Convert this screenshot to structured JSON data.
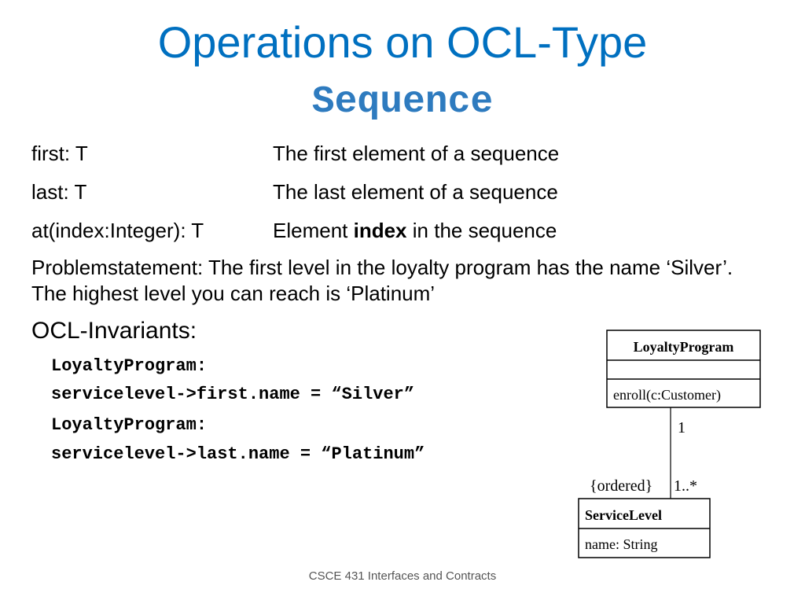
{
  "slide": {
    "title": "Operations on OCL-Type",
    "subtitle": "Sequence",
    "operations": [
      {
        "signature": "first: T",
        "description": "The first element of a sequence"
      },
      {
        "signature": "last: T",
        "description": "The last element of a sequence"
      },
      {
        "signature": "at(index:Integer): T",
        "description_prefix": "Element ",
        "description_bold": "index",
        "description_suffix": " in the sequence"
      }
    ],
    "problem_statement": "Problemstatement: The first level in the loyalty program has the name ‘Silver’. The highest level you can reach is ‘Platinum’",
    "ocl_heading": "OCL-Invariants:",
    "ocl_lines": [
      "LoyaltyProgram:",
      "servicelevel->first.name = “Silver”",
      "LoyaltyProgram:",
      "servicelevel->last.name = “Platinum”"
    ],
    "footer": "CSCE 431 Interfaces and Contracts"
  },
  "diagram": {
    "class1": {
      "name": "LoyaltyProgram",
      "operation": "enroll(c:Customer)"
    },
    "multiplicity_top": "1",
    "constraint": "{ordered}",
    "multiplicity_bottom": "1..*",
    "class2": {
      "name": "ServiceLevel",
      "attribute": "name: String"
    }
  },
  "colors": {
    "title": "#0070c0",
    "subtitle": "#2e7bbf",
    "text": "#000000"
  }
}
